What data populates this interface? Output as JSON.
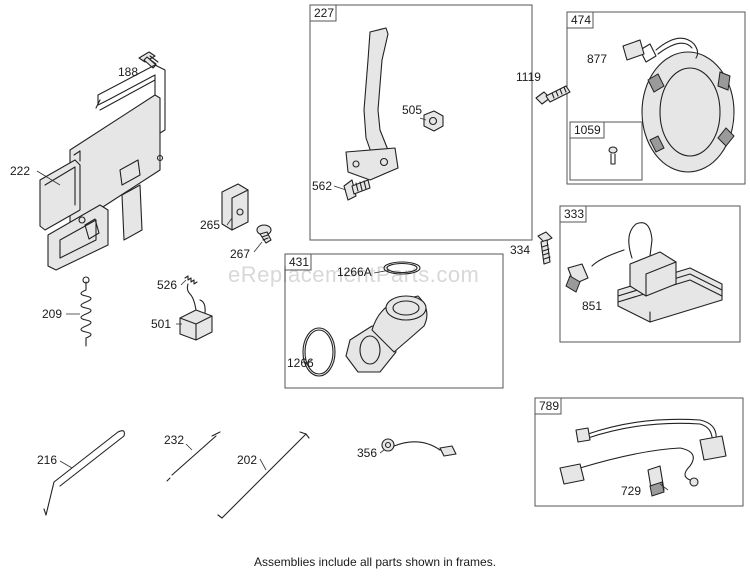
{
  "watermark": "eReplacementParts.com",
  "footer_note": "Assemblies include all parts shown in frames.",
  "frames": {
    "f227": "227",
    "f474": "474",
    "f1059": "1059",
    "f333": "333",
    "f431": "431",
    "f789": "789"
  },
  "parts": {
    "p188": "188",
    "p222": "222",
    "p265": "265",
    "p267": "267",
    "p526": "526",
    "p209": "209",
    "p501": "501",
    "p562": "562",
    "p505": "505",
    "p1266a": "1266A",
    "p1266": "1266",
    "p1119": "1119",
    "p877": "877",
    "p334": "334",
    "p851": "851",
    "p216": "216",
    "p232": "232",
    "p202": "202",
    "p356": "356",
    "p729": "729"
  }
}
